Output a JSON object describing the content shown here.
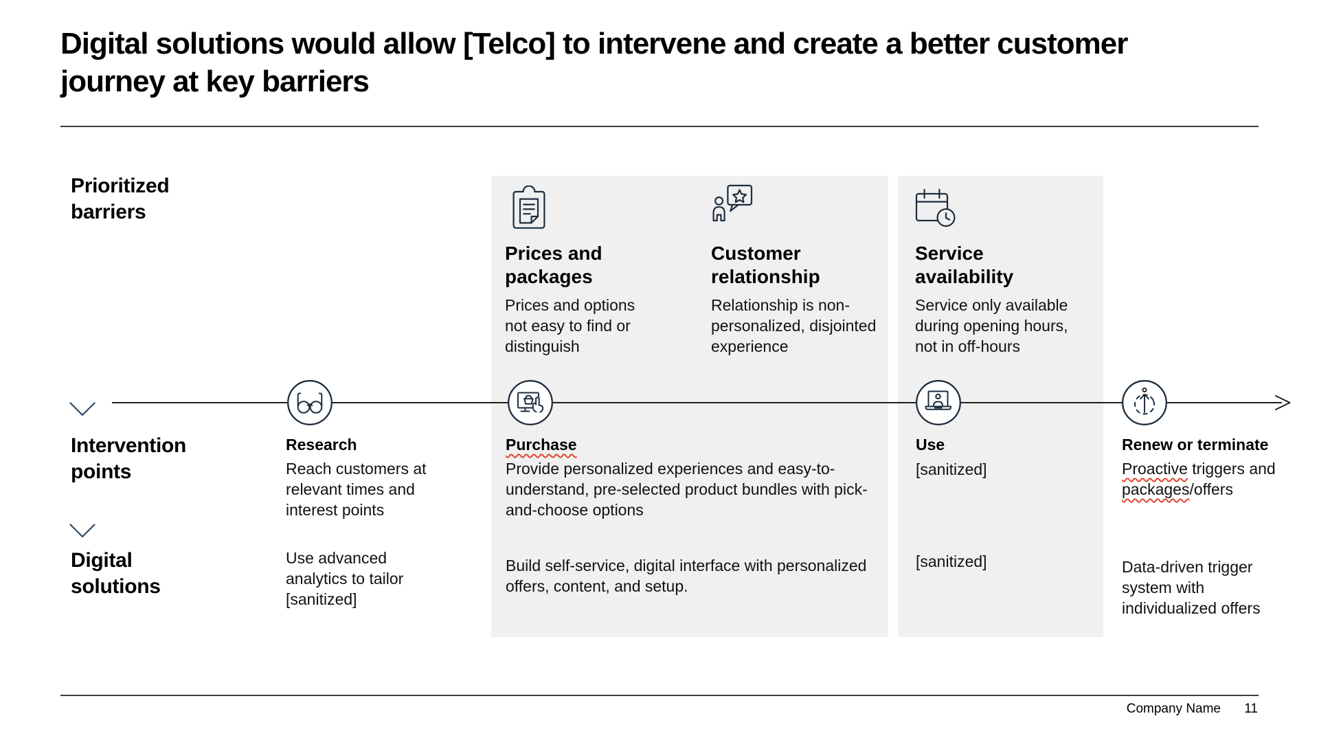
{
  "title": "Digital solutions would allow [Telco] to intervene and create a better customer journey at key barriers",
  "row_labels": {
    "barriers": "Prioritized barriers",
    "intervention": "Intervention points",
    "solutions": "Digital solutions"
  },
  "barriers": [
    {
      "icon": "clipboard-icon",
      "title": "Prices and packages",
      "desc": "Prices and options not easy to find or distinguish"
    },
    {
      "icon": "person-star-icon",
      "title": "Customer relationship",
      "desc": "Relationship is non-personalized, disjointed experience"
    },
    {
      "icon": "calendar-clock-icon",
      "title": "Service availability",
      "desc": "Service only available during opening hours, not in off-hours"
    }
  ],
  "journey": [
    {
      "icon": "glasses-icon",
      "label": "Research",
      "intervention": "Reach customers at relevant times and interest points",
      "solution": "Use advanced analytics to tailor [sanitized]"
    },
    {
      "icon": "monitor-basket-icon",
      "label": "Purchase",
      "intervention": "Provide personalized experiences and easy-to-understand, pre-selected product bundles with pick-and-choose options",
      "solution": "Build self-service, digital interface with personalized offers, content, and setup."
    },
    {
      "icon": "laptop-user-icon",
      "label": "Use",
      "intervention": "[sanitized]",
      "solution": "[sanitized]"
    },
    {
      "icon": "renew-arrow-icon",
      "label": "Renew or terminate",
      "intervention_parts": [
        {
          "text": "Proactive",
          "misspelled": true
        },
        {
          "text": " triggers and "
        },
        {
          "text": "packages",
          "misspelled": true
        },
        {
          "text": "/offers"
        }
      ],
      "solution": "Data-driven trigger system with individualized offers"
    }
  ],
  "footer": {
    "company": "Company Name",
    "page": "11"
  },
  "colors": {
    "ink": "#1d2d3e",
    "chevron": "#2e4a63",
    "panel_bg": "#f0f0f0",
    "squiggle_red": "#e0442f",
    "rule": "#3b3b3b"
  }
}
